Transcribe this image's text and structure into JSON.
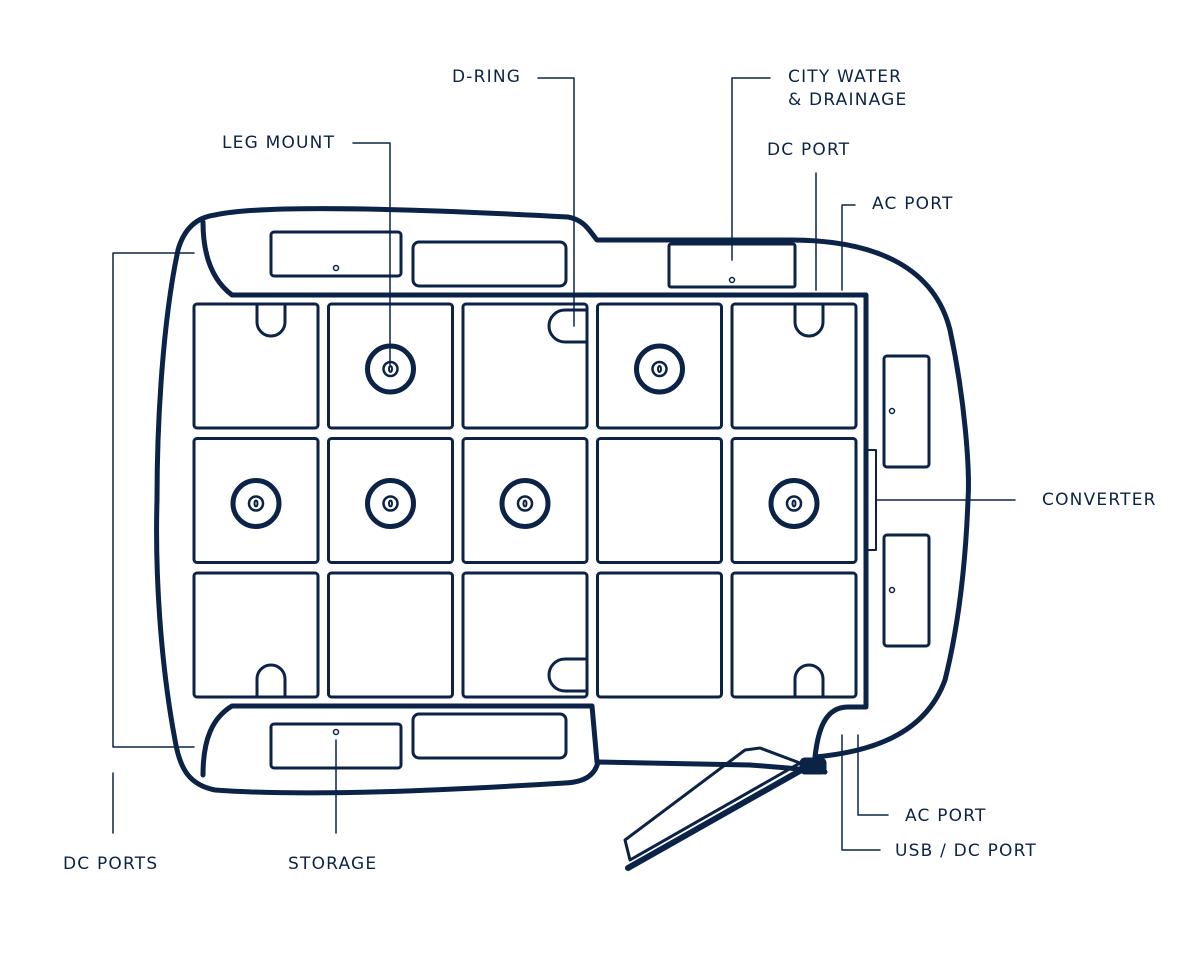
{
  "colors": {
    "ink": "#0b2347",
    "background": "#ffffff"
  },
  "labels": {
    "d_ring": "D-RING",
    "city_water": "CITY WATER",
    "drainage": "& DRAINAGE",
    "leg_mount": "LEG MOUNT",
    "dc_port_top": "DC PORT",
    "ac_port_top": "AC PORT",
    "converter": "CONVERTER",
    "ac_port_bottom": "AC PORT",
    "usb_dc_port": "USB / DC PORT",
    "dc_ports": "DC PORTS",
    "storage": "STORAGE"
  },
  "grid": {
    "rows": 3,
    "cols": 5,
    "leg_mounts": [
      [
        0,
        1
      ],
      [
        0,
        3
      ],
      [
        1,
        0
      ],
      [
        1,
        1
      ],
      [
        1,
        2
      ],
      [
        1,
        4
      ]
    ],
    "d_rings_top": [
      0,
      4
    ],
    "d_rings_bottom": [
      0,
      4
    ],
    "d_ring_side": [
      2
    ]
  }
}
